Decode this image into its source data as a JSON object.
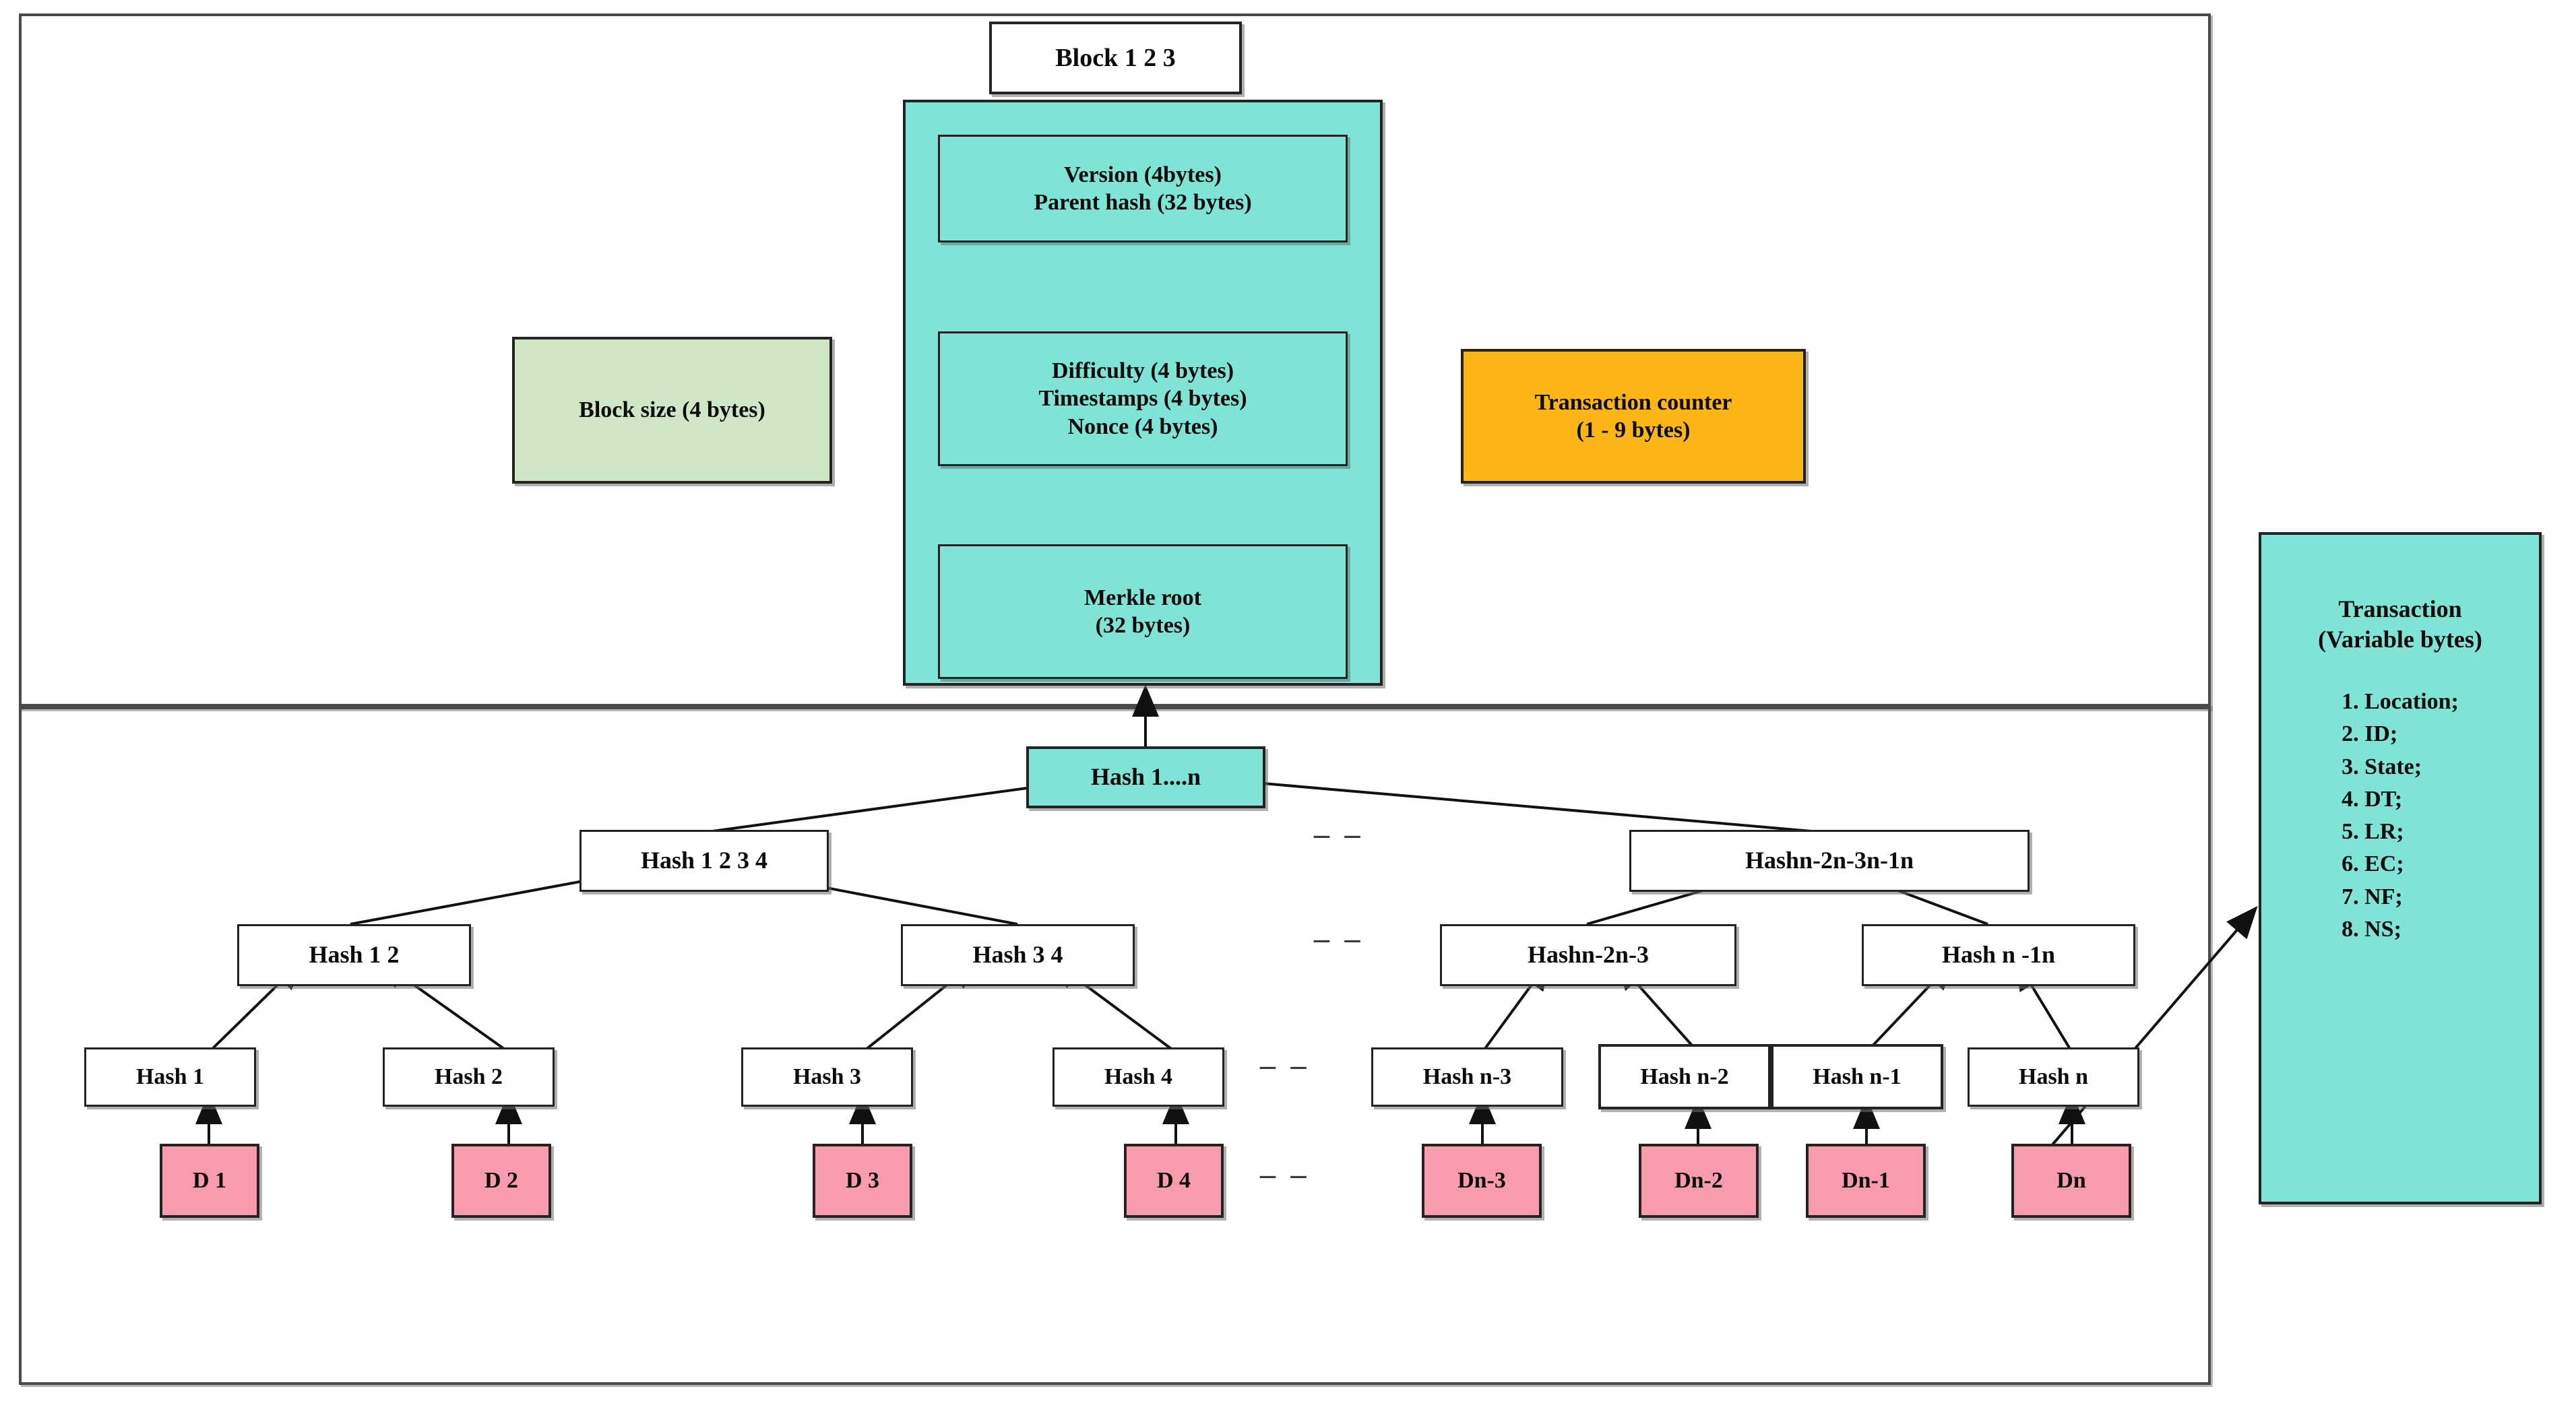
{
  "diagram": {
    "title": "Blockchain block structure with Merkle tree",
    "colors": {
      "teal": "#7FE3D5",
      "green": "#CFE7C4",
      "orange": "#FBB516",
      "pink": "#F79BAD",
      "white": "#FFFFFF",
      "outline": "#232323",
      "frame": "#4A4A4A"
    }
  },
  "header": {
    "block_label": "Block 1 2 3",
    "block_size": "Block size (4 bytes)",
    "transaction_counter_line1": "Transaction counter",
    "transaction_counter_line2": "(1 - 9 bytes)",
    "fields": [
      {
        "line1": "Version (4bytes)",
        "line2": "Parent hash (32 bytes)"
      },
      {
        "line1": "Difficulty (4 bytes)",
        "line2": "Timestamps (4 bytes)",
        "line3": "Nonce (4 bytes)"
      },
      {
        "line1": "Merkle root",
        "line2": "(32 bytes)"
      }
    ]
  },
  "merkle": {
    "root": "Hash 1....n",
    "level2": [
      {
        "label": "Hash 1 2 3 4"
      },
      {
        "label": "Hashn-2n-3n-1n"
      }
    ],
    "level3": [
      {
        "label": "Hash 1 2"
      },
      {
        "label": "Hash 3 4"
      },
      {
        "label": "Hashn-2n-3"
      },
      {
        "label": "Hash n -1n"
      }
    ],
    "leaves": [
      {
        "label": "Hash 1"
      },
      {
        "label": "Hash 2"
      },
      {
        "label": "Hash 3"
      },
      {
        "label": "Hash 4"
      },
      {
        "label": "Hash n-3"
      },
      {
        "label": "Hash n-2"
      },
      {
        "label": "Hash n-1"
      },
      {
        "label": "Hash n"
      }
    ],
    "data": [
      {
        "label": "D 1"
      },
      {
        "label": "D 2"
      },
      {
        "label": "D 3"
      },
      {
        "label": "D 4"
      },
      {
        "label": "Dn-3"
      },
      {
        "label": "Dn-2"
      },
      {
        "label": "Dn-1"
      },
      {
        "label": "Dn"
      }
    ],
    "ellipsis": "– –"
  },
  "transaction": {
    "title_line1": "Transaction",
    "title_line2": "(Variable  bytes)",
    "items": [
      "1. Location;",
      "2. ID;",
      "3. State;",
      "4. DT;",
      "5. LR;",
      "6. EC;",
      "7. NF;",
      "8. NS;"
    ]
  }
}
